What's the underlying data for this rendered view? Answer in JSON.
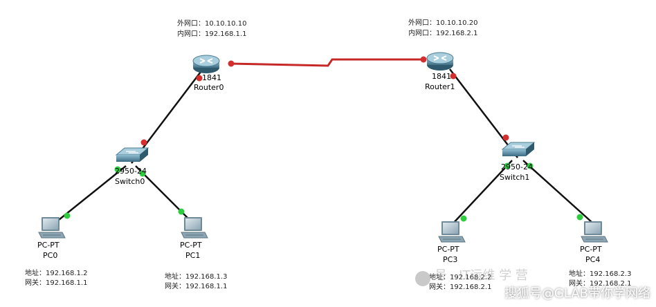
{
  "colors": {
    "serial_link": "#c62828",
    "ethernet_link": "#111111",
    "port_down": "#d32f2f",
    "port_up": "#2ecc40",
    "router_body": "#5d8fa6",
    "switch_body": "#4f86a0"
  },
  "routers": [
    {
      "model": "1841",
      "name": "Router0",
      "notes": [
        "外网口：10.10.10.10",
        "内网口：192.168.1.1"
      ]
    },
    {
      "model": "1841",
      "name": "Router1",
      "notes": [
        "外网口：10.10.10.20",
        "内网口：192.168.2.1"
      ]
    }
  ],
  "switches": [
    {
      "model": "2950-24",
      "name": "Switch0"
    },
    {
      "model": "2950-24",
      "name": "Switch1"
    }
  ],
  "pcs": [
    {
      "model": "PC-PT",
      "name": "PC0",
      "notes": [
        "地址：192.168.1.2",
        "网关：192.168.1.1"
      ]
    },
    {
      "model": "PC-PT",
      "name": "PC1",
      "notes": [
        "地址：192.168.1.3",
        "网关：192.168.1.1"
      ]
    },
    {
      "model": "PC-PT",
      "name": "PC3",
      "notes": [
        "地址：192.168.2.2",
        "网关：192.168.2.1"
      ]
    },
    {
      "model": "PC-PT",
      "name": "PC4",
      "notes": [
        "地址：192.168.2.3",
        "网关：192.168.2.1"
      ]
    }
  ],
  "watermark": {
    "faded_text": "号 · IT运维 学 营",
    "text": "搜狐号@GLAB带你学网络"
  }
}
